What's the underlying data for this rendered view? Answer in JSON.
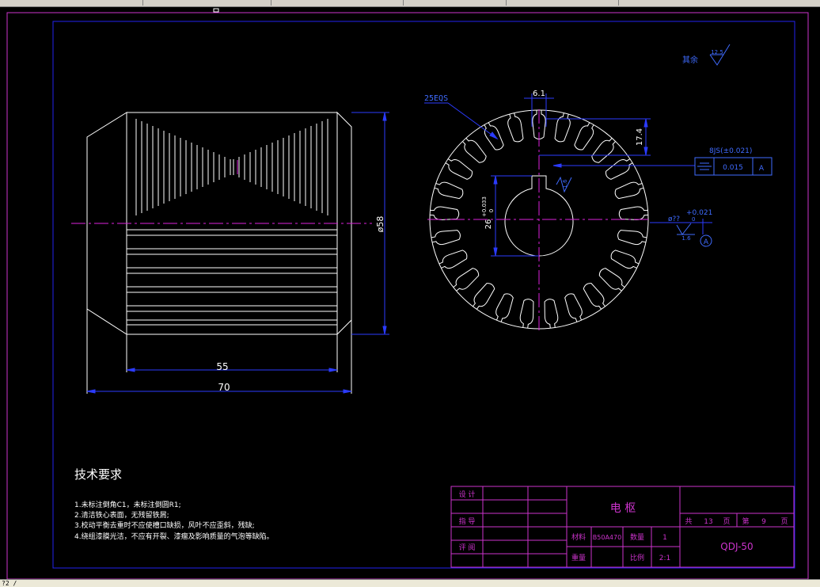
{
  "status_bar": {
    "text": "?2 /"
  },
  "colors": {
    "background": "#000000",
    "sheet_frame": "#cc33cc",
    "inner_frame": "#2222ee",
    "geometry": "#ffffff",
    "dimension": "#2b3bff",
    "centerline": "#dd22dd",
    "annotation": "#3f6bff"
  },
  "side_view": {
    "dim_inner_length": "55",
    "dim_total_length": "70",
    "dim_diameter": "ø58"
  },
  "front_view": {
    "slot_count_label": "25EQS",
    "dim_slot_width": "6.1",
    "dim_slot_depth": "17.4",
    "dim_bore": "26",
    "dim_bore_tol_upper": "+0.033",
    "dim_bore_tol_lower": "0",
    "dim_outer": "ø??",
    "dim_outer_tol_upper": "+0.021",
    "dim_outer_tol_lower": "0",
    "roughness_bore": "1.6",
    "roughness_outer": "1.6",
    "keyway_tol": "8JS(±0.021)",
    "symmetry_value": "0.015",
    "symmetry_datum": "A",
    "datum_marker": "A"
  },
  "roughness_note": {
    "label": "其余",
    "value": "12.5"
  },
  "tech_requirements": {
    "title": "技术要求",
    "items": [
      "1.未标注倒角C1，未标注倒圆R1;",
      "2.清洁铁心表面，无残留铁屑;",
      "3.校动平衡去重时不应使槽口缺损，风叶不应歪斜，残缺;",
      "4.绕组漆膜光洁，不应有开裂、漆瘤及影响质量的气泡等缺陷。"
    ]
  },
  "title_block": {
    "design_label": "设 计",
    "check_label": "指 导",
    "review_label": "评 阅",
    "part_name": "电 枢",
    "material_label": "材料",
    "material_value": "B50A470",
    "quantity_label": "数量",
    "quantity_value": "1",
    "weight_label": "重量",
    "scale_label": "比例",
    "scale_value": "2:1",
    "total_label": "共",
    "total_pages": "13",
    "page_unit_1": "页",
    "page_prefix": "第",
    "page_number": "9",
    "page_unit_2": "页",
    "drawing_number": "QDJ-50"
  }
}
